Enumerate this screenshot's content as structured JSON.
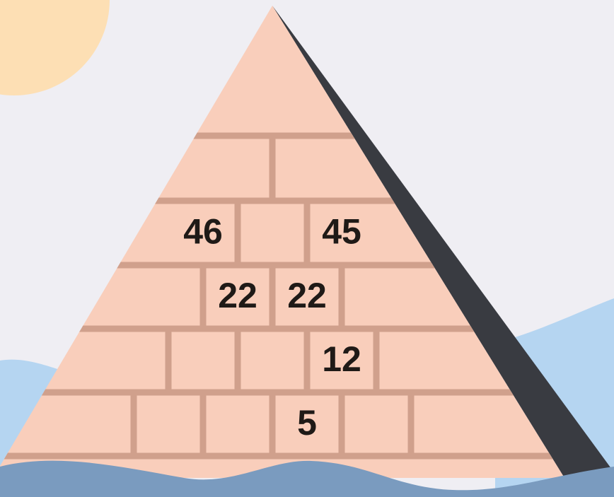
{
  "scene": {
    "colors": {
      "sky": "#efeef3",
      "sun": "#fddfb4",
      "pyramid_face": "#f9cebb",
      "pyramid_shadow": "#393b41",
      "mortar": "#d0a08c",
      "back_water": "#b5d5f1",
      "front_water": "#7a9bbf",
      "number_text": "#1f1a17"
    }
  },
  "puzzle": {
    "rows": [
      {
        "cells": [
          ""
        ]
      },
      {
        "cells": [
          "",
          ""
        ]
      },
      {
        "cells": [
          "46",
          "",
          "45"
        ]
      },
      {
        "cells": [
          "",
          "22",
          "22",
          ""
        ]
      },
      {
        "cells": [
          "",
          "",
          "",
          "12",
          ""
        ]
      },
      {
        "cells": [
          "",
          "",
          "",
          "5",
          "",
          ""
        ]
      }
    ]
  }
}
